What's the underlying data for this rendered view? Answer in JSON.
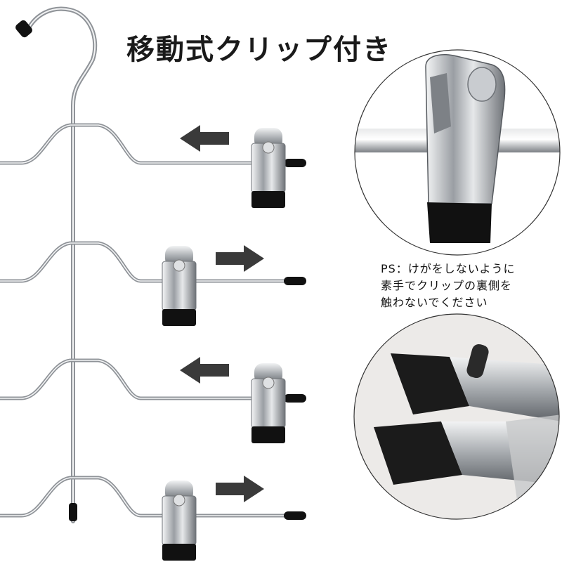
{
  "title": "移動式クリップ付き",
  "note": {
    "line1": "PS：けがをしないように",
    "line2": "素手でクリップの裏側を",
    "line3": "触わないでください"
  },
  "colors": {
    "steel": "#b9bcc0",
    "steel_dark": "#6f7378",
    "arrow": "#3a3a3a",
    "rubber": "#111111"
  },
  "figure": {
    "hanger_tiers": 4,
    "arrow_directions": [
      "left",
      "right",
      "left",
      "right"
    ],
    "detail_circles": [
      "clip-closeup",
      "clip-underside-closeup"
    ]
  }
}
